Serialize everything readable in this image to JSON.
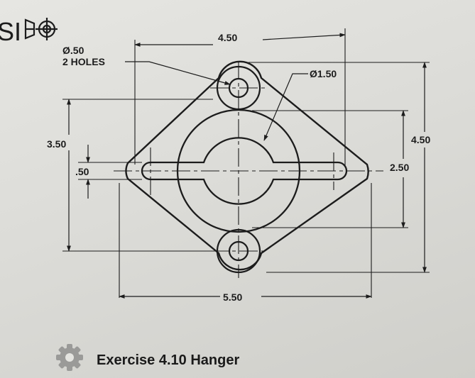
{
  "header": {
    "symbol_text": "SI"
  },
  "labels": {
    "hole_dia": "Ø.50",
    "hole_count": "2 HOLES",
    "center_dia": "Ø1.50",
    "top_width": "4.50",
    "left_height": "3.50",
    "slot_width": ".50",
    "right_height": "4.50",
    "right_inner": "2.50",
    "bottom_width": "5.50"
  },
  "caption": {
    "title": "Exercise 4.10 Hanger"
  },
  "colors": {
    "ink": "#1c1c1c",
    "paper": "#e2e2de"
  }
}
